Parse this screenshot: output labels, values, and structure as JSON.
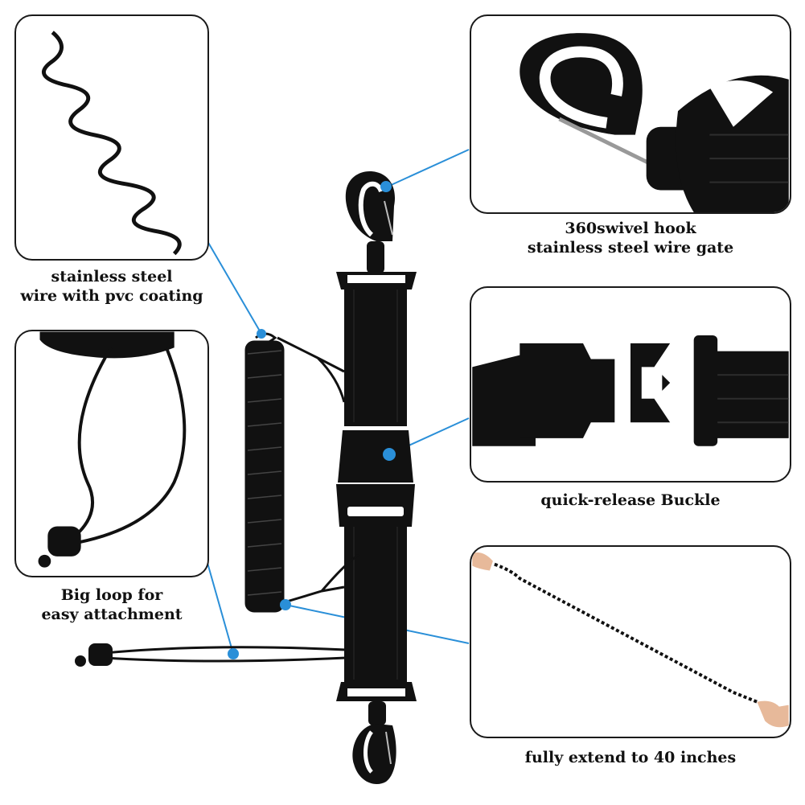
{
  "colors": {
    "callout_line": "#2a8fd8",
    "callout_dot": "#2a8fd8",
    "panel_border": "#1a1a1a",
    "product_black": "#111111"
  },
  "callouts": {
    "coil_wire": {
      "line1": "stainless steel",
      "line2": "wire with pvc coating",
      "icon": "coiled-wire-icon"
    },
    "swivel_hook": {
      "line1": "360swivel hook",
      "line2": "stainless steel wire gate",
      "icon": "swivel-hook-icon"
    },
    "big_loop": {
      "line1": "Big loop for",
      "line2": "easy attachment",
      "icon": "cord-loop-icon"
    },
    "buckle": {
      "line1": "quick-release Buckle",
      "icon": "buckle-icon"
    },
    "extend": {
      "line1": "fully extend to 40 inches",
      "icon": "extended-coil-icon"
    }
  }
}
